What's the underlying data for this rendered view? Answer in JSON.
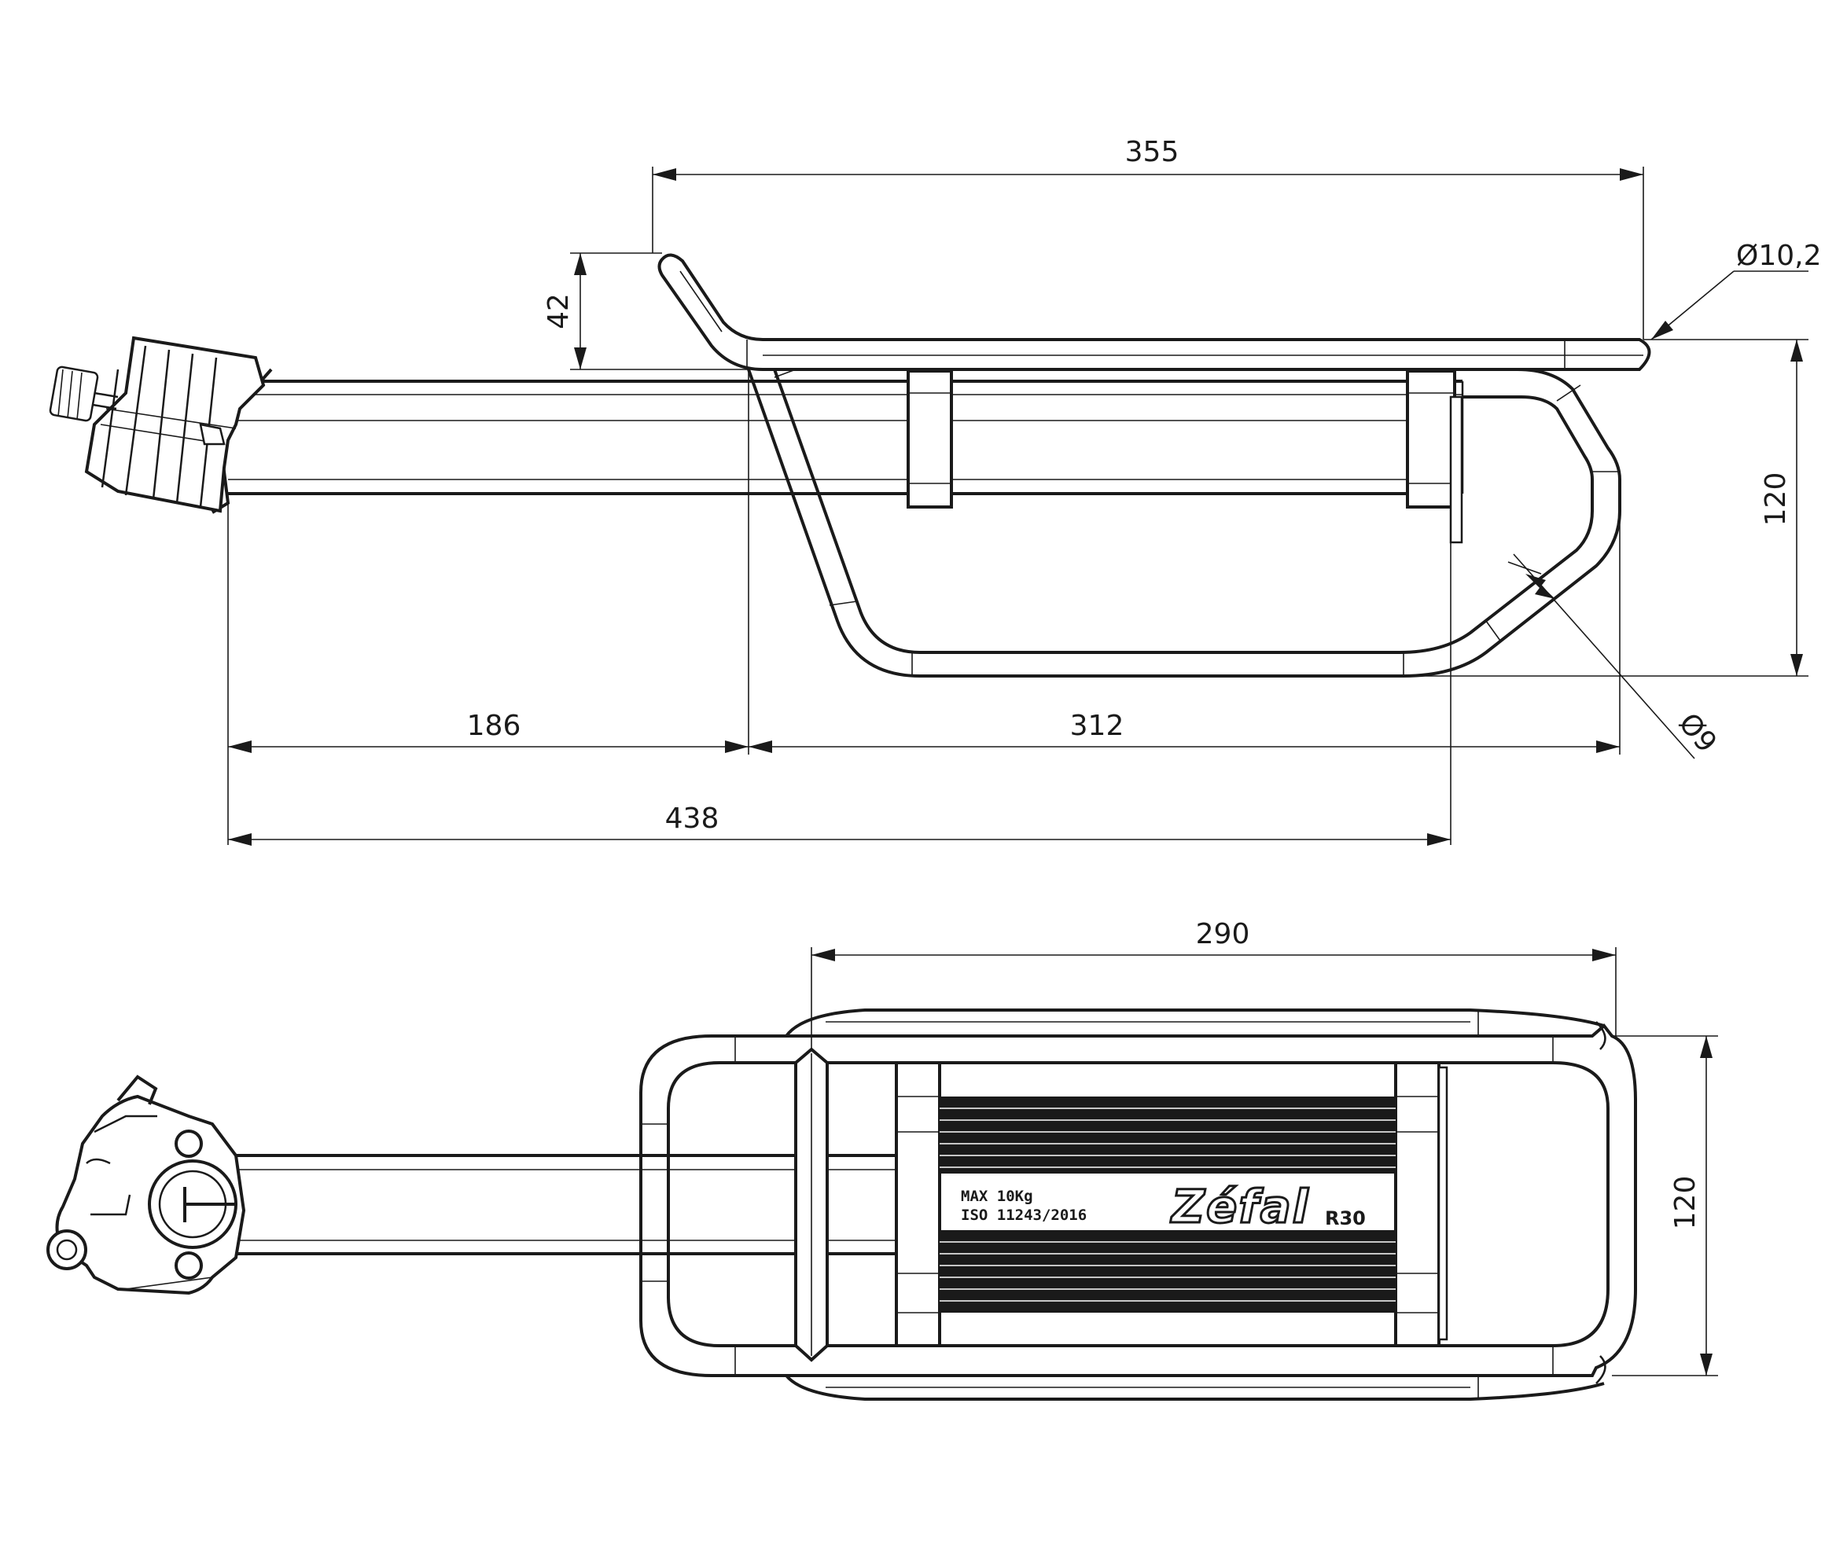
{
  "side_view": {
    "dim_top_length": "355",
    "dim_height_rail": "42",
    "dim_tube_diameter": "Ø10,2",
    "dim_total_height": "120",
    "dim_frame_tube": "Ø9",
    "dim_front_length": "186",
    "dim_rear_length": "312",
    "dim_overall_length": "438"
  },
  "top_view": {
    "dim_platform_length": "290",
    "dim_platform_width": "120",
    "label_max_load": "MAX 10Kg",
    "label_standard": "ISO 11243/2016",
    "brand": "Zéfal",
    "model": "R30"
  },
  "colors": {
    "line": "#1a1a1a",
    "background": "#ffffff"
  }
}
